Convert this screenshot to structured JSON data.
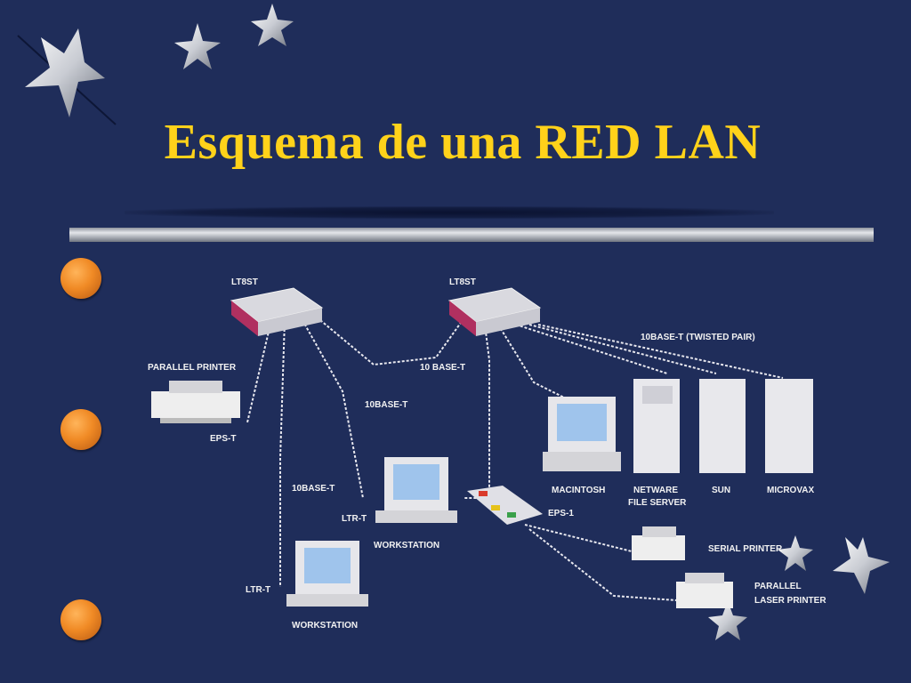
{
  "slide": {
    "title": "Esquema de una RED LAN"
  },
  "diagram": {
    "hub_left": "LT8ST",
    "hub_right": "LT8ST",
    "twisted_pair": "10BASE-T (TWISTED PAIR)",
    "link_mid": "10 BASE-T",
    "link_vertical": "10BASE-T",
    "link_left": "10BASE-T",
    "parallel_printer": "PARALLEL PRINTER",
    "eps_t": "EPS-T",
    "ltr_t_1": "LTR-T",
    "ltr_t_2": "LTR-T",
    "workstation_1": "WORKSTATION",
    "workstation_2": "WORKSTATION",
    "eps_1": "EPS-1",
    "macintosh": "MACINTOSH",
    "netware_1": "NETWARE",
    "netware_2": "FILE SERVER",
    "sun": "SUN",
    "microvax": "MICROVAX",
    "serial_printer": "SERIAL PRINTER",
    "parallel_laser_1": "PARALLEL",
    "parallel_laser_2": "LASER PRINTER"
  },
  "colors": {
    "background": "#1f2d5a",
    "title": "#ffd21a",
    "bullet": "#f08a25"
  }
}
